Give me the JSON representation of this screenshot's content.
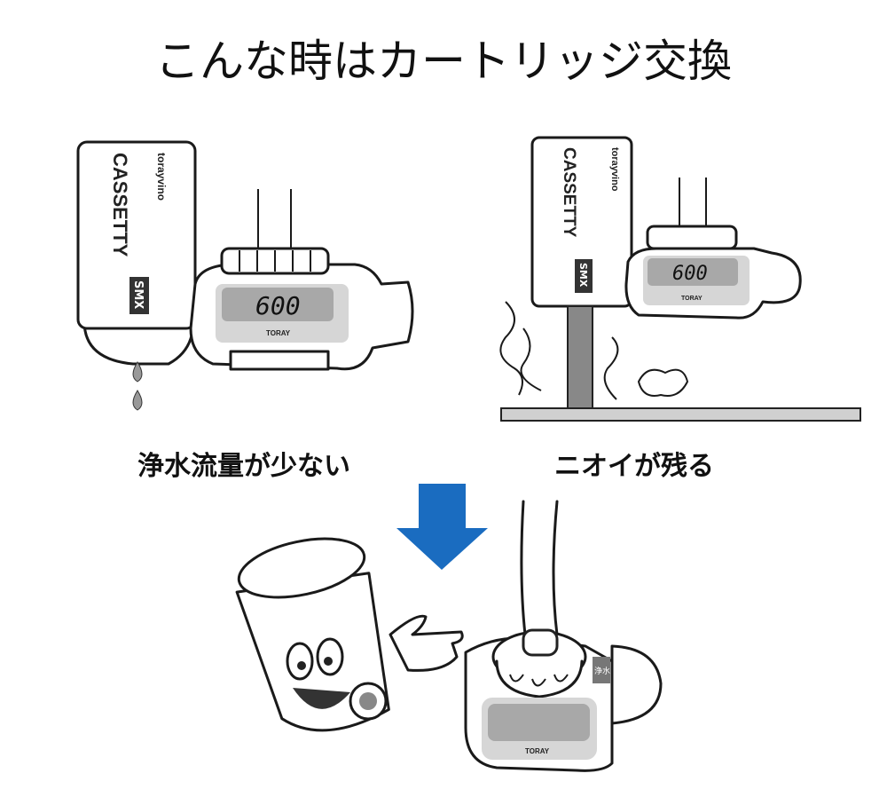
{
  "title": "こんな時はカートリッジ交換",
  "cases": [
    {
      "caption": "浄水流量が少ない",
      "symptom_icon": "water-drops"
    },
    {
      "caption": "ニオイが残る",
      "symptom_icon": "odor-smoke"
    }
  ],
  "product": {
    "brand_small": "torayvino",
    "brand_large": "CASSETTY",
    "model": "SMX",
    "display_value": "600",
    "maker": "TORAY",
    "mode_label": "浄水"
  },
  "colors": {
    "arrow": "#1a6cc0",
    "lcd": "#a8a8a8"
  }
}
